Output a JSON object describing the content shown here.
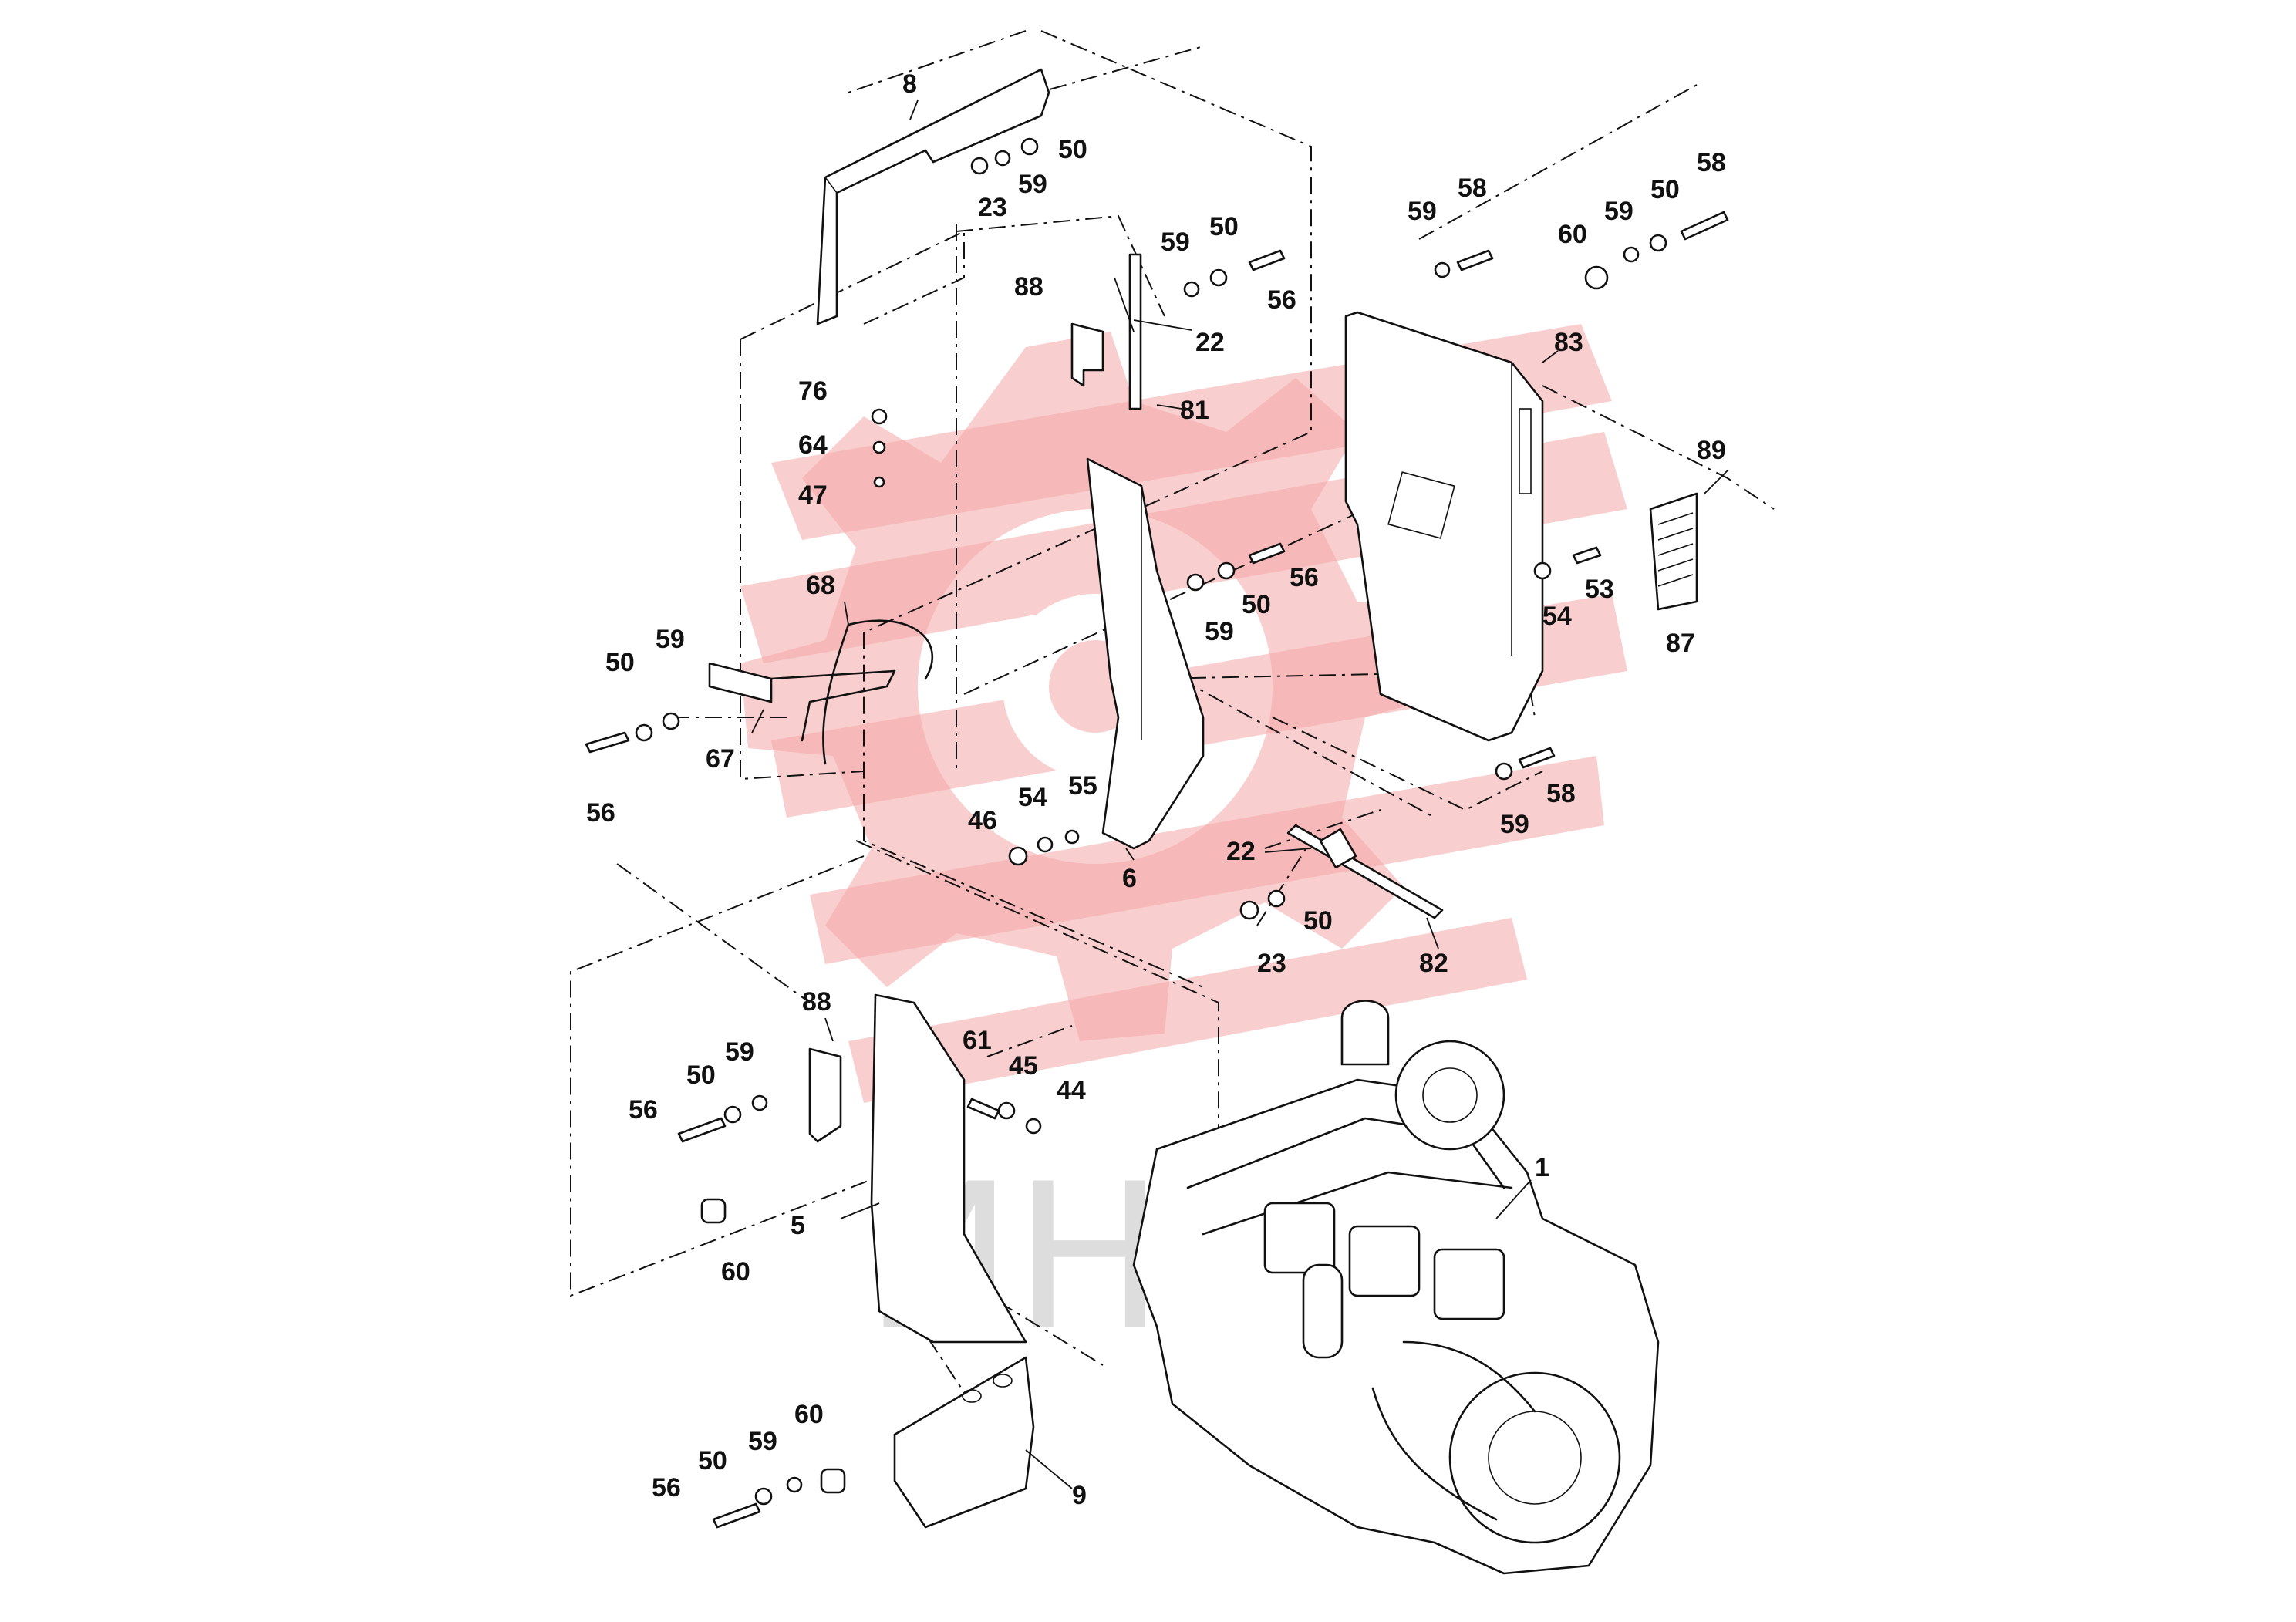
{
  "labels": [
    {
      "id": "l8a",
      "text": "8"
    },
    {
      "id": "l50a",
      "text": "50"
    },
    {
      "id": "l59a",
      "text": "59"
    },
    {
      "id": "l23a",
      "text": "23"
    },
    {
      "id": "l88a",
      "text": "88"
    },
    {
      "id": "l59b",
      "text": "59"
    },
    {
      "id": "l50b",
      "text": "50"
    },
    {
      "id": "l56a",
      "text": "56"
    },
    {
      "id": "l22a",
      "text": "22"
    },
    {
      "id": "l81",
      "text": "81"
    },
    {
      "id": "l59c",
      "text": "59"
    },
    {
      "id": "l58a",
      "text": "58"
    },
    {
      "id": "l60a",
      "text": "60"
    },
    {
      "id": "l59d",
      "text": "59"
    },
    {
      "id": "l50c",
      "text": "50"
    },
    {
      "id": "l58b",
      "text": "58"
    },
    {
      "id": "l83",
      "text": "83"
    },
    {
      "id": "l89",
      "text": "89"
    },
    {
      "id": "l76",
      "text": "76"
    },
    {
      "id": "l64",
      "text": "64"
    },
    {
      "id": "l47",
      "text": "47"
    },
    {
      "id": "l68",
      "text": "68"
    },
    {
      "id": "l50d",
      "text": "50"
    },
    {
      "id": "l59e",
      "text": "59"
    },
    {
      "id": "l67",
      "text": "67"
    },
    {
      "id": "l56b",
      "text": "56"
    },
    {
      "id": "l56c",
      "text": "56"
    },
    {
      "id": "l50e",
      "text": "50"
    },
    {
      "id": "l59f",
      "text": "59"
    },
    {
      "id": "l54a",
      "text": "54"
    },
    {
      "id": "l53",
      "text": "53"
    },
    {
      "id": "l87",
      "text": "87"
    },
    {
      "id": "l46",
      "text": "46"
    },
    {
      "id": "l54b",
      "text": "54"
    },
    {
      "id": "l55",
      "text": "55"
    },
    {
      "id": "l6",
      "text": "6"
    },
    {
      "id": "l22b",
      "text": "22"
    },
    {
      "id": "l50f",
      "text": "50"
    },
    {
      "id": "l23b",
      "text": "23"
    },
    {
      "id": "l82",
      "text": "82"
    },
    {
      "id": "l59g",
      "text": "59"
    },
    {
      "id": "l58c",
      "text": "58"
    },
    {
      "id": "l88b",
      "text": "88"
    },
    {
      "id": "l50g",
      "text": "50"
    },
    {
      "id": "l59h",
      "text": "59"
    },
    {
      "id": "l56d",
      "text": "56"
    },
    {
      "id": "l61",
      "text": "61"
    },
    {
      "id": "l45",
      "text": "45"
    },
    {
      "id": "l44",
      "text": "44"
    },
    {
      "id": "l5",
      "text": "5"
    },
    {
      "id": "l60b",
      "text": "60"
    },
    {
      "id": "l1",
      "text": "1"
    },
    {
      "id": "l60c",
      "text": "60"
    },
    {
      "id": "l50h",
      "text": "50"
    },
    {
      "id": "l59i",
      "text": "59"
    },
    {
      "id": "l56e",
      "text": "56"
    },
    {
      "id": "l9",
      "text": "9"
    }
  ],
  "watermark": {
    "text": "ИНТ",
    "color": "#f4a6a6"
  }
}
